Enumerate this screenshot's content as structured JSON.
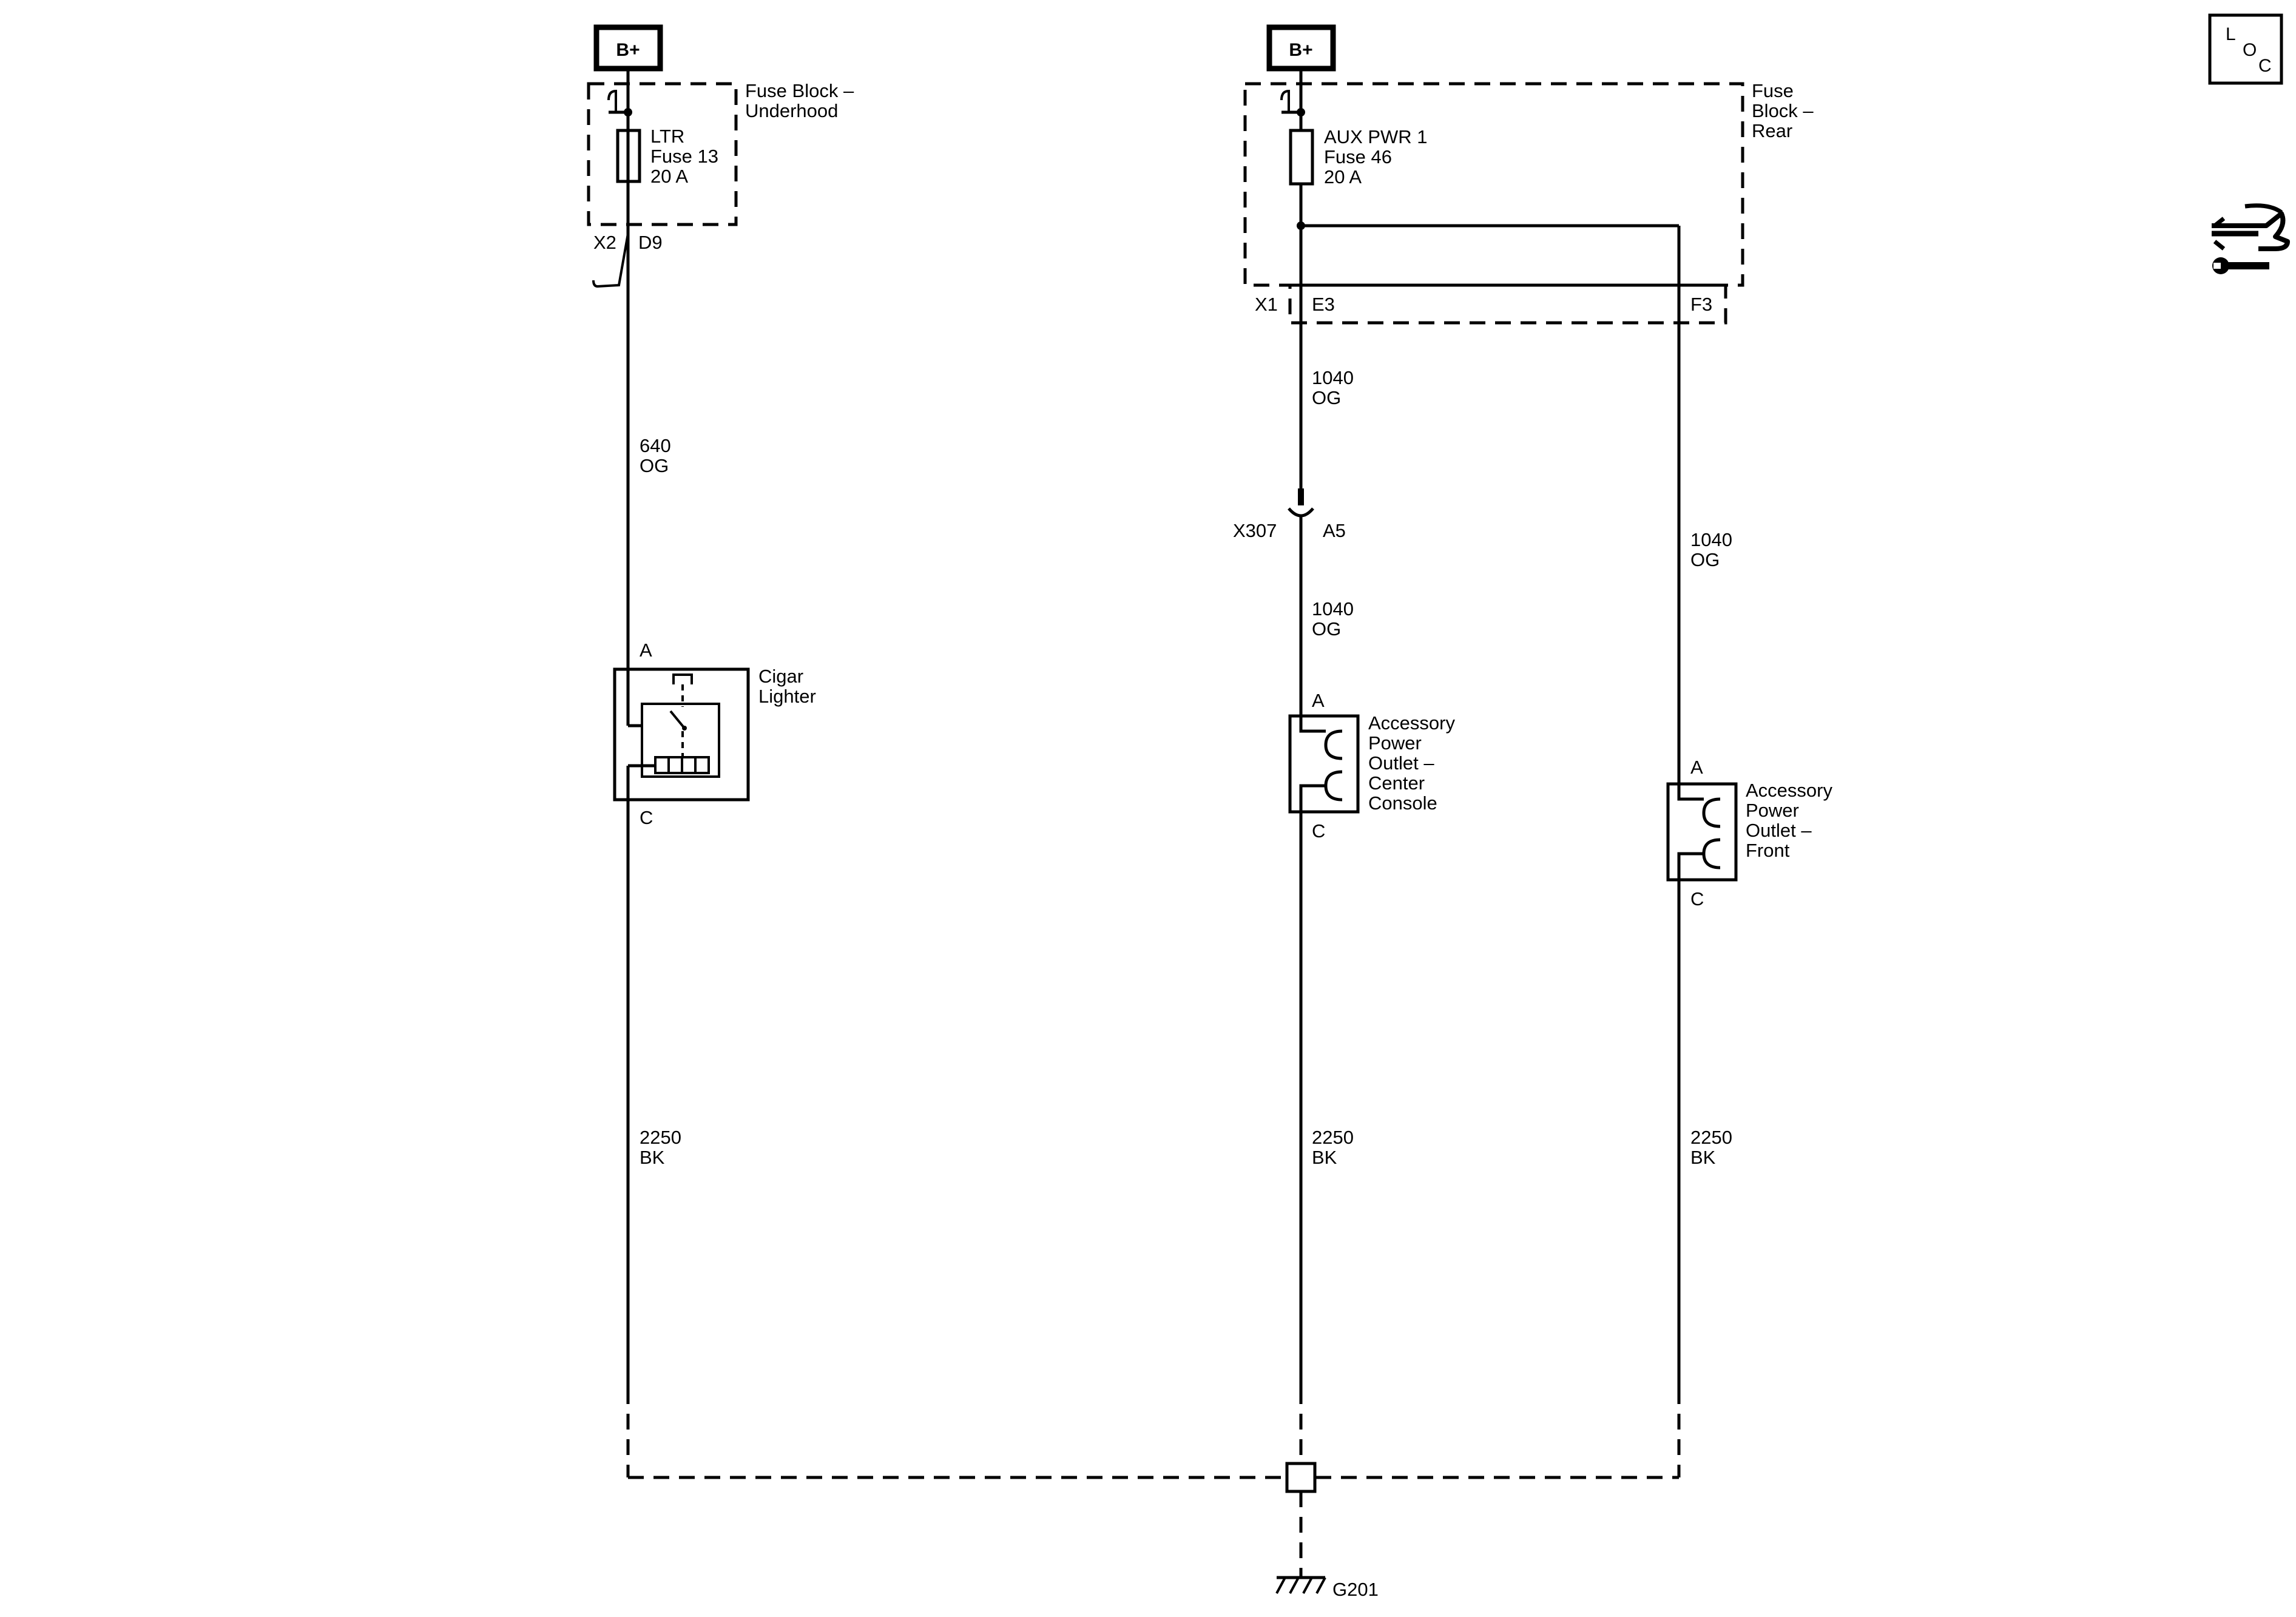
{
  "power": {
    "left": "B+",
    "right": "B+"
  },
  "fuse_block_underhood": {
    "name": [
      "Fuse Block –",
      "Underhood"
    ],
    "fuse": [
      "LTR",
      "Fuse 13",
      "20 A"
    ],
    "connector": "X2",
    "pin": "D9"
  },
  "fuse_block_rear": {
    "name": [
      "Fuse",
      "Block –",
      "Rear"
    ],
    "fuse": [
      "AUX PWR 1",
      "Fuse 46",
      "20 A"
    ],
    "connector": "X1",
    "pin_center": "E3",
    "pin_right": "F3"
  },
  "wires": {
    "left_power": [
      "640",
      "OG"
    ],
    "center_upper": [
      "1040",
      "OG"
    ],
    "center_lower": [
      "1040",
      "OG"
    ],
    "right_power": [
      "1040",
      "OG"
    ],
    "left_ground": [
      "2250",
      "BK"
    ],
    "center_ground": [
      "2250",
      "BK"
    ],
    "right_ground": [
      "2250",
      "BK"
    ]
  },
  "inline_connector": {
    "name": "X307",
    "pin": "A5"
  },
  "cigar_lighter": {
    "name": [
      "Cigar",
      "Lighter"
    ],
    "pin_top": "A",
    "pin_bottom": "C"
  },
  "outlet_center": {
    "name": [
      "Accessory",
      "Power",
      "Outlet –",
      "Center",
      "Console"
    ],
    "pin_top": "A",
    "pin_bottom": "C"
  },
  "outlet_front": {
    "name": [
      "Accessory",
      "Power",
      "Outlet –",
      "Front"
    ],
    "pin_top": "A",
    "pin_bottom": "C"
  },
  "ground": {
    "name": "G201"
  },
  "loc_icon": {
    "letters": [
      "L",
      "O",
      "C"
    ],
    "icon": "locator-icon"
  },
  "service_icon": {
    "icon": "service-info-icon"
  }
}
